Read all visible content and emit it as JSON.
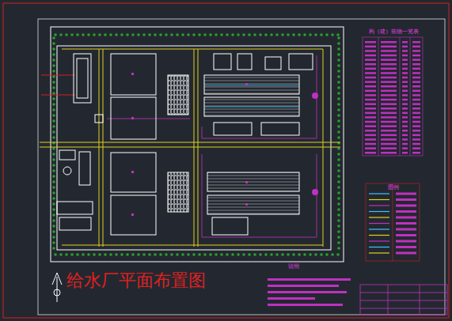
{
  "diagram": {
    "title": "给水厂平面布置图",
    "nodes": [
      {
        "text": [
          "构（建）筑物一览表"
        ]
      },
      {
        "text": [
          "图例"
        ]
      },
      {
        "text": [
          "说明"
        ]
      }
    ]
  }
}
